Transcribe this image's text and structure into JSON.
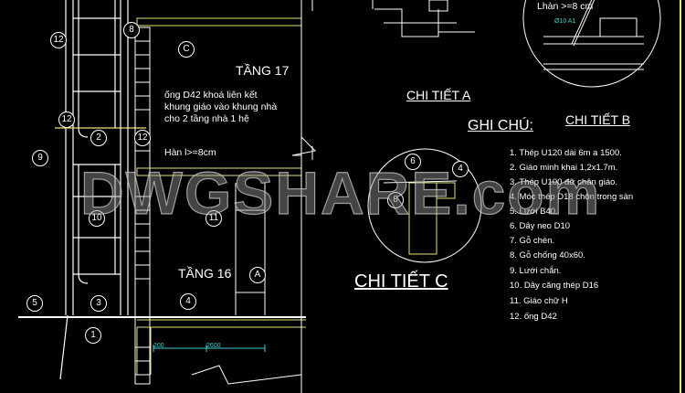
{
  "drawing": {
    "floor_17": "TẦNG 17",
    "floor_16": "TẦNG 16",
    "note_d42": [
      "ống D42 khoá liên kết",
      "khung giáo vào khung nhà",
      "cho 2 tầng nhà 1 hệ"
    ],
    "weld_note": "Hàn l>=8cm",
    "detail_a_title": "CHI TIẾT A",
    "detail_b_title": "CHI TIẾT B",
    "detail_c_title": "CHI TIẾT C",
    "detail_b_weld": "Lhàn >=8 cm",
    "detail_b_rebar": "Ø10 A1",
    "dim_200": "200",
    "dim_2600": "2600",
    "watermark": "DWGSHARE.com",
    "callouts": {
      "c12a": "12",
      "c8": "8",
      "cC": "C",
      "c12b": "12",
      "c2": "2",
      "c12c": "12",
      "c9": "9",
      "c10": "10",
      "c11": "11",
      "cA": "A",
      "c5": "5",
      "c3": "3",
      "c4": "4",
      "c1": "1",
      "d6": "6",
      "d4": "4",
      "d8": "8"
    }
  },
  "legend": {
    "title": "GHI CHÚ:",
    "items": [
      "1. Thép U120 dài 6m a 1500.",
      "2. Giáo minh khai 1,2x1.7m.",
      "3. Thép U100  đỡ chân giáo.",
      "4. Móc thép D18 chôn trong sàn",
      "5. Lưới  B40.",
      "6. Dây neo D10",
      "7. Gỗ chèn.",
      "8. Gỗ chống 40x60.",
      "9. Lưới chắn.",
      "10. Dây căng  thép D16",
      "11. Giáo chữ H",
      "12. ống D42"
    ]
  },
  "colors": {
    "background": "#000000",
    "lines": "#ffffff",
    "slab": "#e6e07a",
    "dimension": "#3fd0d0",
    "accent_red": "#ff2020"
  }
}
